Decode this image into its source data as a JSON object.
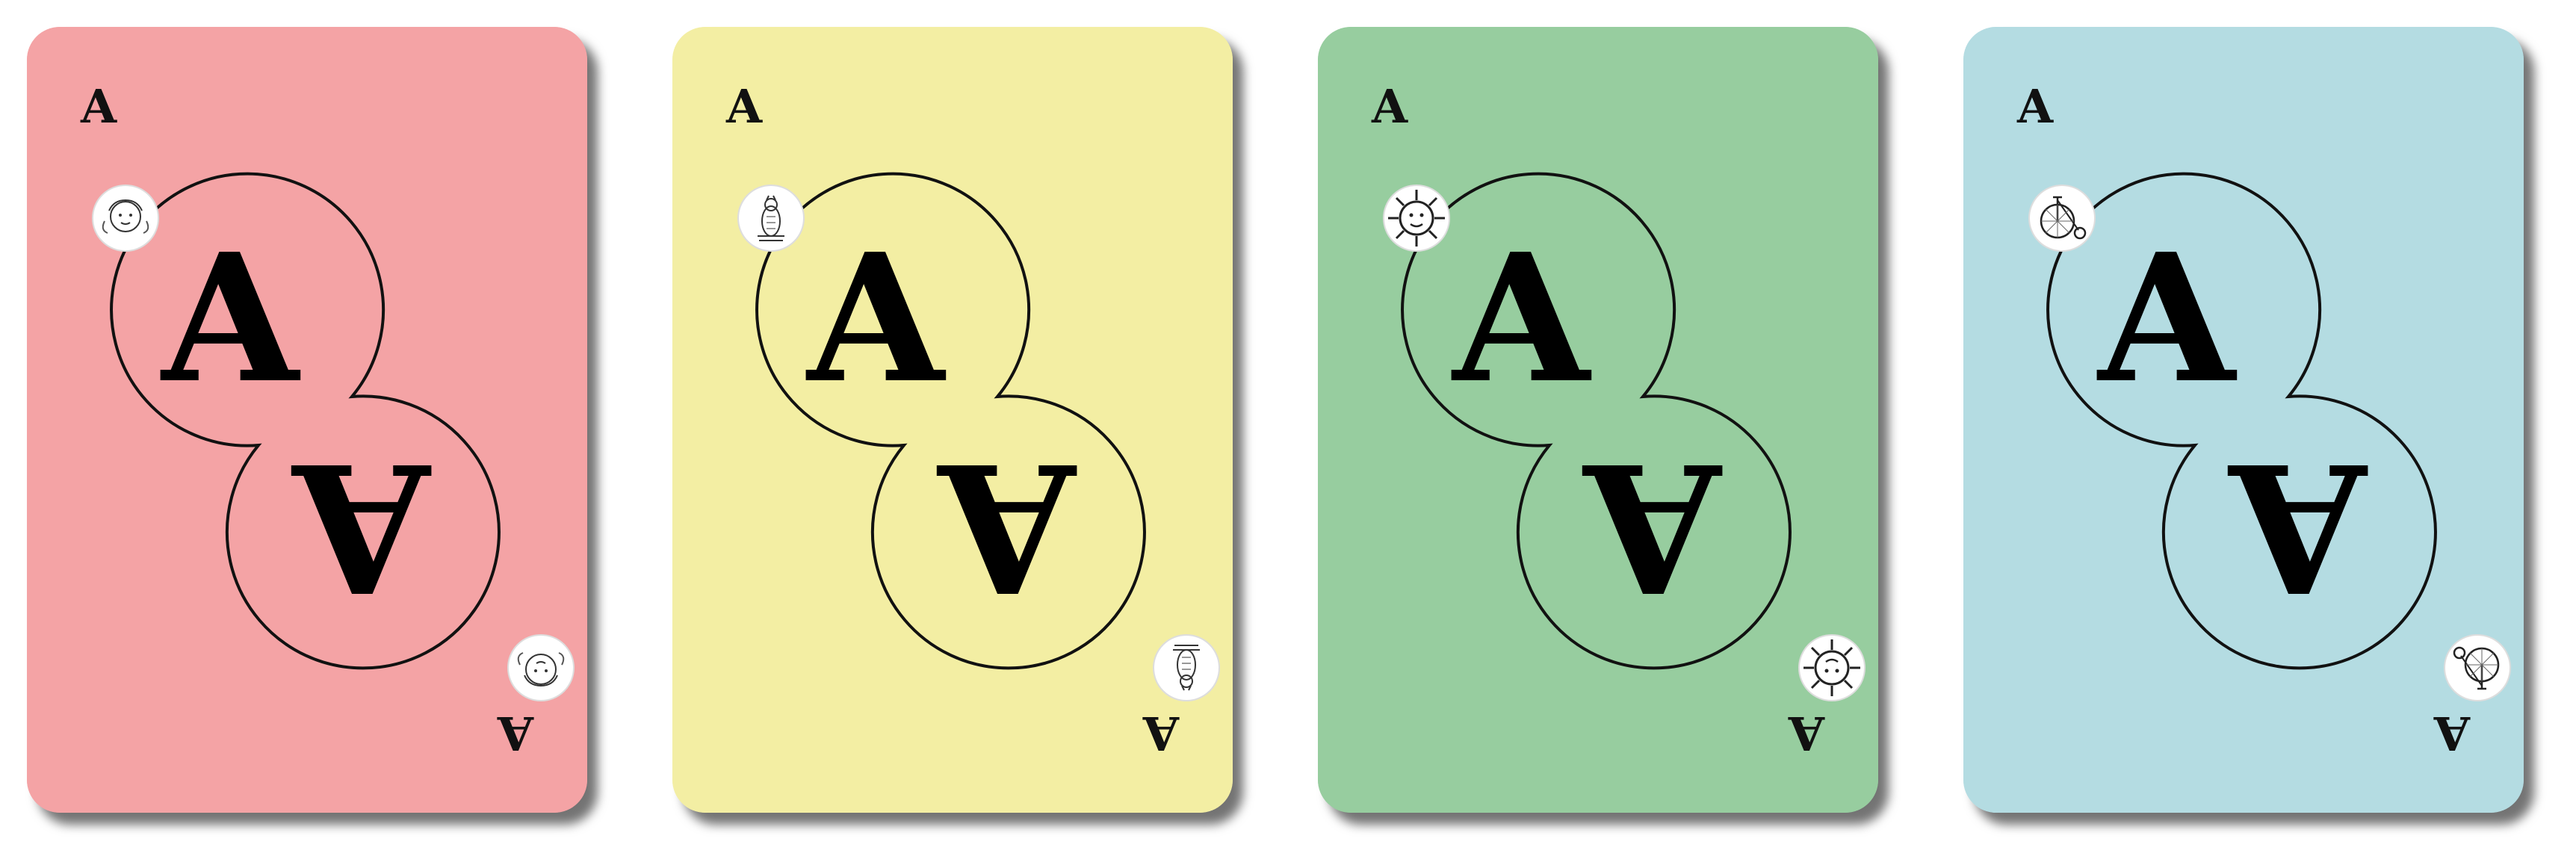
{
  "cards": [
    {
      "rank": "A",
      "color": "#f4a3a5",
      "emblem_icon": "cherub-head-icon"
    },
    {
      "rank": "A",
      "color": "#f3eea3",
      "emblem_icon": "owl-icon"
    },
    {
      "rank": "A",
      "color": "#97cd9f",
      "emblem_icon": "sun-face-icon"
    },
    {
      "rank": "A",
      "color": "#b4dce2",
      "emblem_icon": "penny-farthing-icon"
    }
  ]
}
